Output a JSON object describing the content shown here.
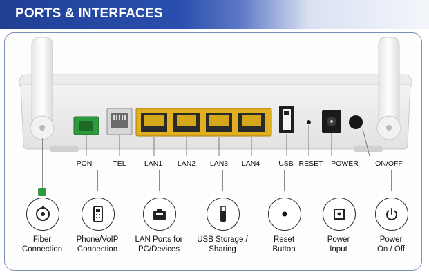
{
  "banner": {
    "title": "PORTS & INTERFACES"
  },
  "port_labels": [
    "PON",
    "TEL",
    "LAN1",
    "LAN2",
    "LAN3",
    "LAN4",
    "USB",
    "RESET",
    "POWER",
    "ON/OFF"
  ],
  "features": [
    {
      "line1": "Fiber",
      "line2": "Connection",
      "icon": "fiber-icon"
    },
    {
      "line1": "Phone/VoIP",
      "line2": "Connection",
      "icon": "phone-icon"
    },
    {
      "line1": "LAN Ports for",
      "line2": "PC/Devices",
      "icon": "lan-icon"
    },
    {
      "line1": "USB Storage /",
      "line2": "Sharing",
      "icon": "usb-icon"
    },
    {
      "line1": "Reset",
      "line2": "Button",
      "icon": "reset-icon"
    },
    {
      "line1": "Power",
      "line2": "Input",
      "icon": "power-input-icon"
    },
    {
      "line1": "Power",
      "line2": "On / Off",
      "icon": "power-switch-icon"
    }
  ],
  "colors": {
    "banner": "#2a4fae",
    "pon_port": "#2e9a3e",
    "lan_port": "#e0b020",
    "border": "#7d8fb3"
  }
}
